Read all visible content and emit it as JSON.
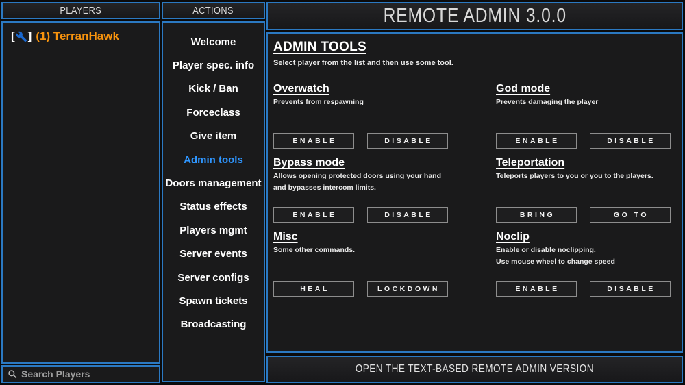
{
  "colors": {
    "accent_border": "#2b79c2",
    "active_item": "#2f96ff",
    "player_name": "#f7930e",
    "wrench_blue": "#1a68cf",
    "panel_bg": "#1a1a1b"
  },
  "players_panel": {
    "header": "PLAYERS",
    "players": [
      {
        "prefix": "[",
        "icon": "wrench-icon",
        "suffix": "]",
        "label": "(1) TerranHawk"
      }
    ],
    "search_placeholder": "Search Players"
  },
  "actions_panel": {
    "header": "ACTIONS",
    "items": [
      {
        "label": "Welcome",
        "active": false
      },
      {
        "label": "Player spec. info",
        "active": false
      },
      {
        "label": "Kick / Ban",
        "active": false
      },
      {
        "label": "Forceclass",
        "active": false
      },
      {
        "label": "Give item",
        "active": false
      },
      {
        "label": "Admin tools",
        "active": true
      },
      {
        "label": "Doors management",
        "active": false
      },
      {
        "label": "Status effects",
        "active": false
      },
      {
        "label": "Players mgmt",
        "active": false
      },
      {
        "label": "Server events",
        "active": false
      },
      {
        "label": "Server configs",
        "active": false
      },
      {
        "label": "Spawn tickets",
        "active": false
      },
      {
        "label": "Broadcasting",
        "active": false
      }
    ]
  },
  "main_panel": {
    "title": "REMOTE ADMIN 3.0.0",
    "section_title": "ADMIN TOOLS",
    "section_subtitle": "Select player from the list and then use some tool.",
    "tools": [
      {
        "name": "Overwatch",
        "description": [
          "Prevents from respawning"
        ],
        "buttons": [
          "ENABLE",
          "DISABLE"
        ]
      },
      {
        "name": "God mode",
        "description": [
          "Prevents damaging the player"
        ],
        "buttons": [
          "ENABLE",
          "DISABLE"
        ]
      },
      {
        "name": "Bypass mode",
        "description": [
          "Allows opening protected doors using your hand",
          "and bypasses intercom limits."
        ],
        "buttons": [
          "ENABLE",
          "DISABLE"
        ]
      },
      {
        "name": "Teleportation",
        "description": [
          "Teleports players to you or you to the players."
        ],
        "buttons": [
          "BRING",
          "GO TO"
        ]
      },
      {
        "name": "Misc",
        "description": [
          "Some other commands."
        ],
        "buttons": [
          "HEAL",
          "LOCKDOWN"
        ]
      },
      {
        "name": "Noclip",
        "description": [
          "Enable or disable noclipping.",
          "Use mouse wheel to change speed"
        ],
        "buttons": [
          "ENABLE",
          "DISABLE"
        ]
      }
    ],
    "footer": "OPEN THE TEXT-BASED REMOTE ADMIN VERSION"
  }
}
